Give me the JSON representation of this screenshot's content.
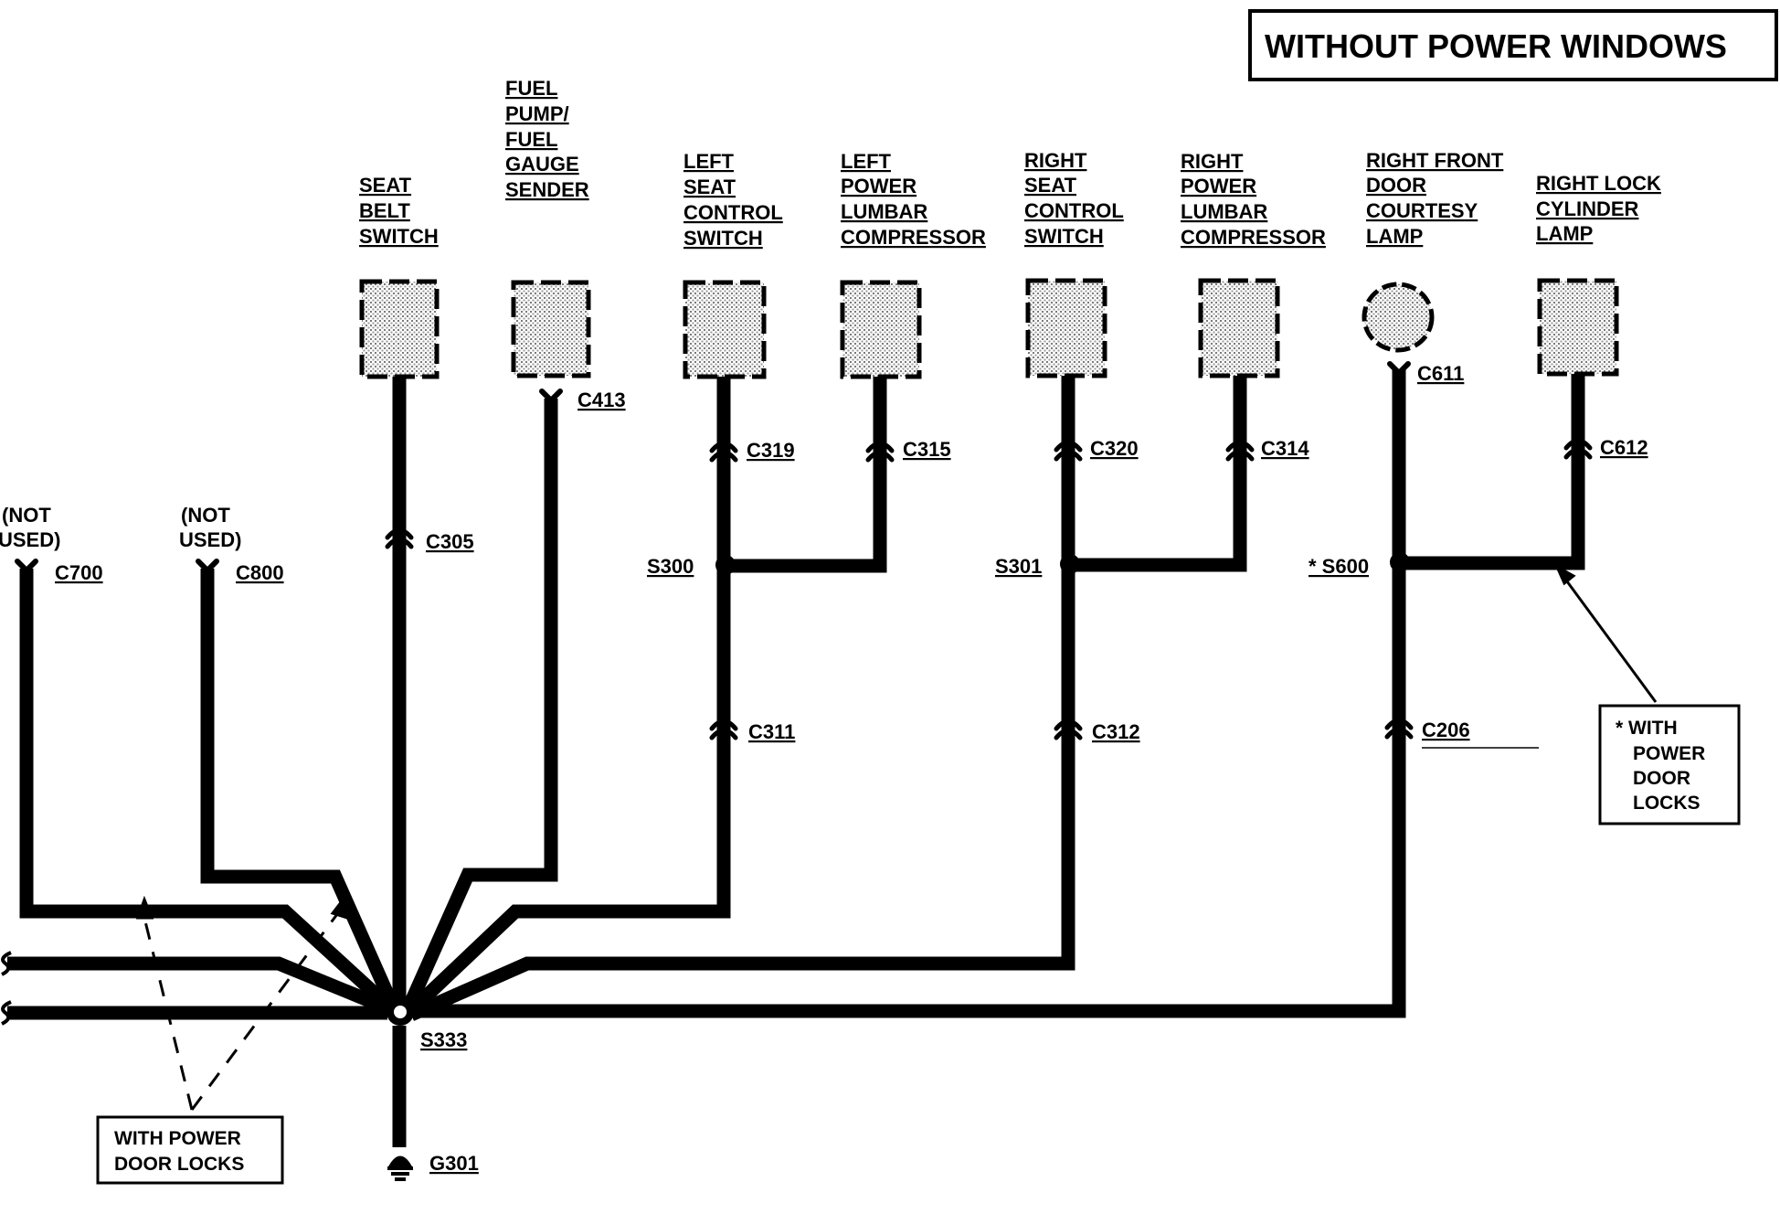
{
  "title": "WITHOUT POWER WINDOWS",
  "components": [
    {
      "id": "seat-belt-switch",
      "lines": [
        "SEAT",
        "BELT",
        "SWITCH"
      ],
      "shape": "square"
    },
    {
      "id": "fuel-pump-sender",
      "lines": [
        "FUEL",
        "PUMP/",
        "FUEL",
        "GAUGE",
        "SENDER"
      ],
      "shape": "square"
    },
    {
      "id": "left-seat-control-switch",
      "lines": [
        "LEFT",
        "SEAT",
        "CONTROL",
        "SWITCH"
      ],
      "shape": "square"
    },
    {
      "id": "left-power-lumbar-compressor",
      "lines": [
        "LEFT",
        "POWER",
        "LUMBAR",
        "COMPRESSOR"
      ],
      "shape": "square"
    },
    {
      "id": "right-seat-control-switch",
      "lines": [
        "RIGHT",
        "SEAT",
        "CONTROL",
        "SWITCH"
      ],
      "shape": "square"
    },
    {
      "id": "right-power-lumbar-compressor",
      "lines": [
        "RIGHT",
        "POWER",
        "LUMBAR",
        "COMPRESSOR"
      ],
      "shape": "square"
    },
    {
      "id": "right-front-door-courtesy-lamp",
      "lines": [
        "RIGHT FRONT",
        "DOOR",
        "COURTESY",
        "LAMP"
      ],
      "shape": "circle"
    },
    {
      "id": "right-lock-cylinder-lamp",
      "lines": [
        "RIGHT LOCK",
        "CYLINDER",
        "LAMP"
      ],
      "shape": "square"
    }
  ],
  "connectors": {
    "c305": "C305",
    "c413": "C413",
    "c319": "C319",
    "c315": "C315",
    "c320": "C320",
    "c314": "C314",
    "c611": "C611",
    "c612": "C612",
    "c311": "C311",
    "c312": "C312",
    "c206": "C206",
    "c700": "C700",
    "c800": "C800"
  },
  "splices": {
    "s300": "S300",
    "s301": "S301",
    "s600": "* S600",
    "s333": "S333"
  },
  "ground": "G301",
  "not_used": [
    "(NOT",
    "USED)"
  ],
  "notes": {
    "left_box": [
      "WITH POWER",
      "DOOR LOCKS"
    ],
    "right_box": [
      "* WITH",
      "POWER",
      "DOOR",
      "LOCKS"
    ]
  }
}
